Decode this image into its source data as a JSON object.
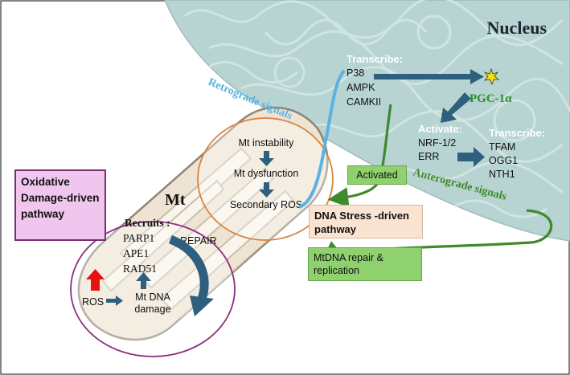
{
  "nucleus": {
    "title": "Nucleus",
    "transcribe_header": "Transcribe:",
    "signals": [
      "P38",
      "AMPK",
      "CAMKII"
    ],
    "coactivator": "PGC-1α",
    "activate_header": "Activate:",
    "activated_factors": [
      "NRF-1/2",
      "ERR"
    ],
    "transcribe_header_2": "Transcribe:",
    "target_genes": [
      "TFAM",
      "OGG1",
      "NTH1"
    ]
  },
  "signals": {
    "retrograde": "Retrograde signals",
    "anterograde": "Anterograde signals"
  },
  "mitochondrion": {
    "label": "Mt",
    "cascade": [
      "Mt instability",
      "Mt dysfunction",
      "Secondary ROS"
    ],
    "recruits_header": "Recruits :",
    "repair_proteins": [
      "PARP1",
      "APE1",
      "RAD51"
    ],
    "repair_label": "REPAIR",
    "ros": "ROS",
    "damage": "Mt DNA damage"
  },
  "boxes": {
    "activated": "Activated",
    "dna_stress": "DNA Stress -driven pathway",
    "mtdna_repair": "MtDNA repair & replication",
    "oxidative": "Oxidative Damage-driven pathway"
  },
  "colors": {
    "nucleus_fill": "#b7d4d2",
    "arrow_blue": "#2f5f7e",
    "retro_blue": "#5bb2e0",
    "antero_green": "#3f8a2b",
    "green_box": "#8fd06f",
    "peach_box": "#fbe3d2",
    "pink_box": "#f0c6ee",
    "mt_fill": "#efe4d3",
    "ros_red": "#e5120f"
  }
}
